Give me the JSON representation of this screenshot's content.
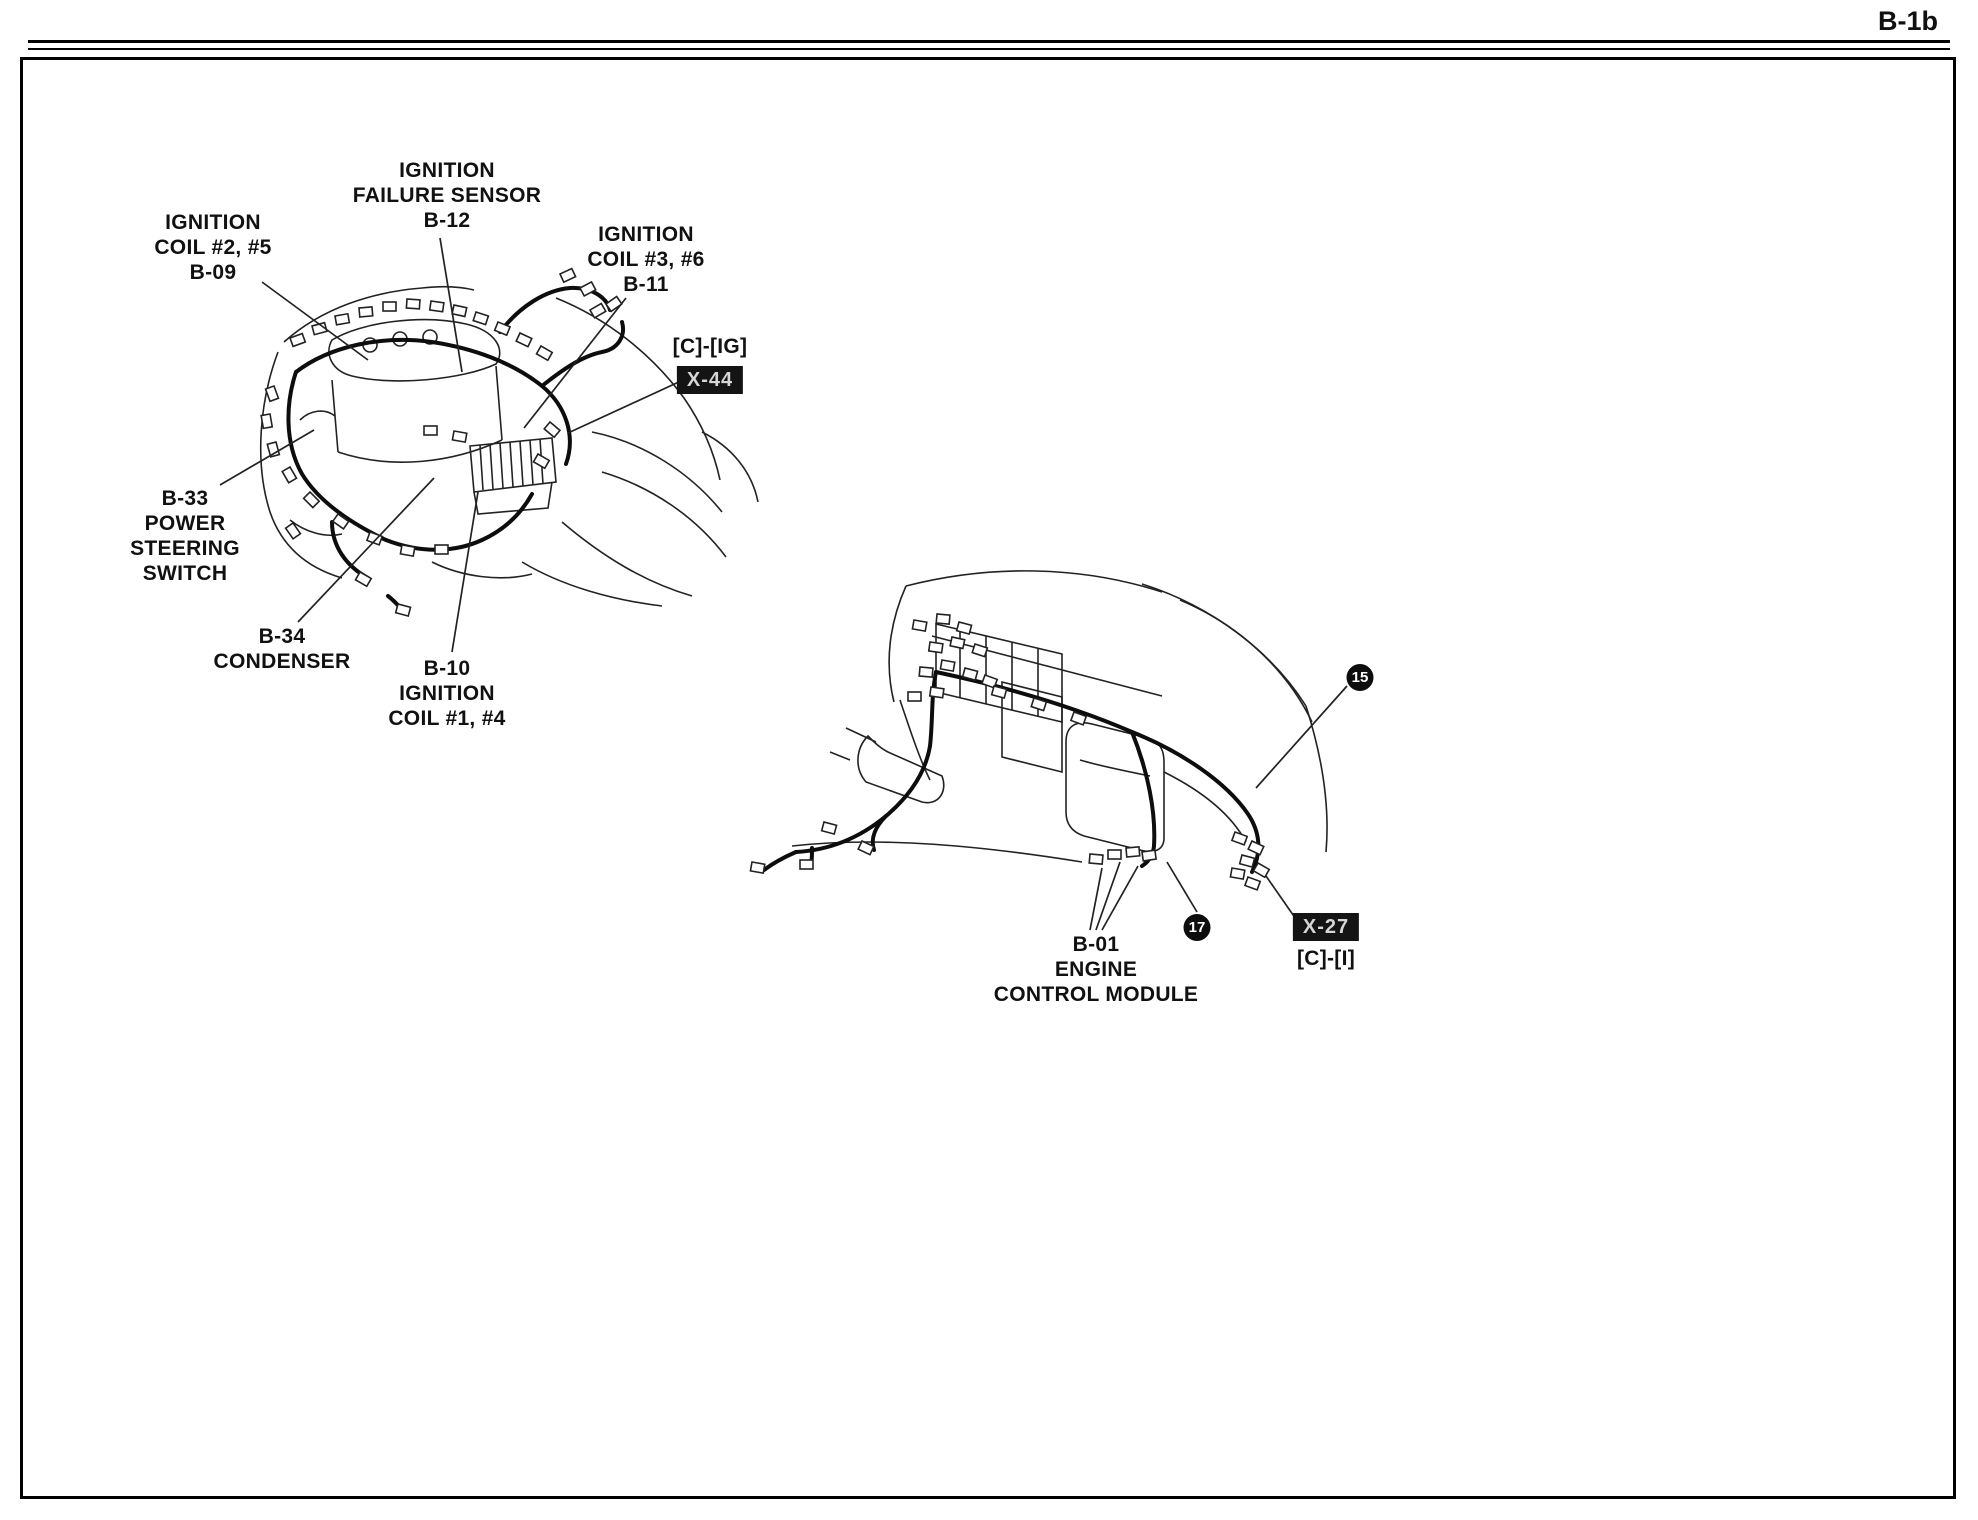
{
  "page": {
    "header_label": "B-1b"
  },
  "engine_diagram": {
    "labels": {
      "ignition_failure_sensor": "IGNITION\nFAILURE SENSOR\nB-12",
      "ignition_coil_25": "IGNITION\nCOIL #2, #5\nB-09",
      "ignition_coil_36": "IGNITION\nCOIL #3, #6\nB-11",
      "connector_group": "[C]-[IG]",
      "connector_code": "X-44",
      "power_steering_switch": "B-33\nPOWER\nSTEERING\nSWITCH",
      "condenser": "B-34\nCONDENSER",
      "ignition_coil_14": "B-10\nIGNITION\nCOIL #1, #4"
    }
  },
  "dash_diagram": {
    "labels": {
      "callout_15": "15",
      "callout_17": "17",
      "connector_code": "X-27",
      "connector_group": "[C]-[I]",
      "engine_control_module": "B-01\nENGINE\nCONTROL MODULE"
    }
  },
  "colors": {
    "ink": "#111111",
    "badge_background": "#141414",
    "badge_text": "#d6d6d6",
    "paper": "#ffffff"
  }
}
